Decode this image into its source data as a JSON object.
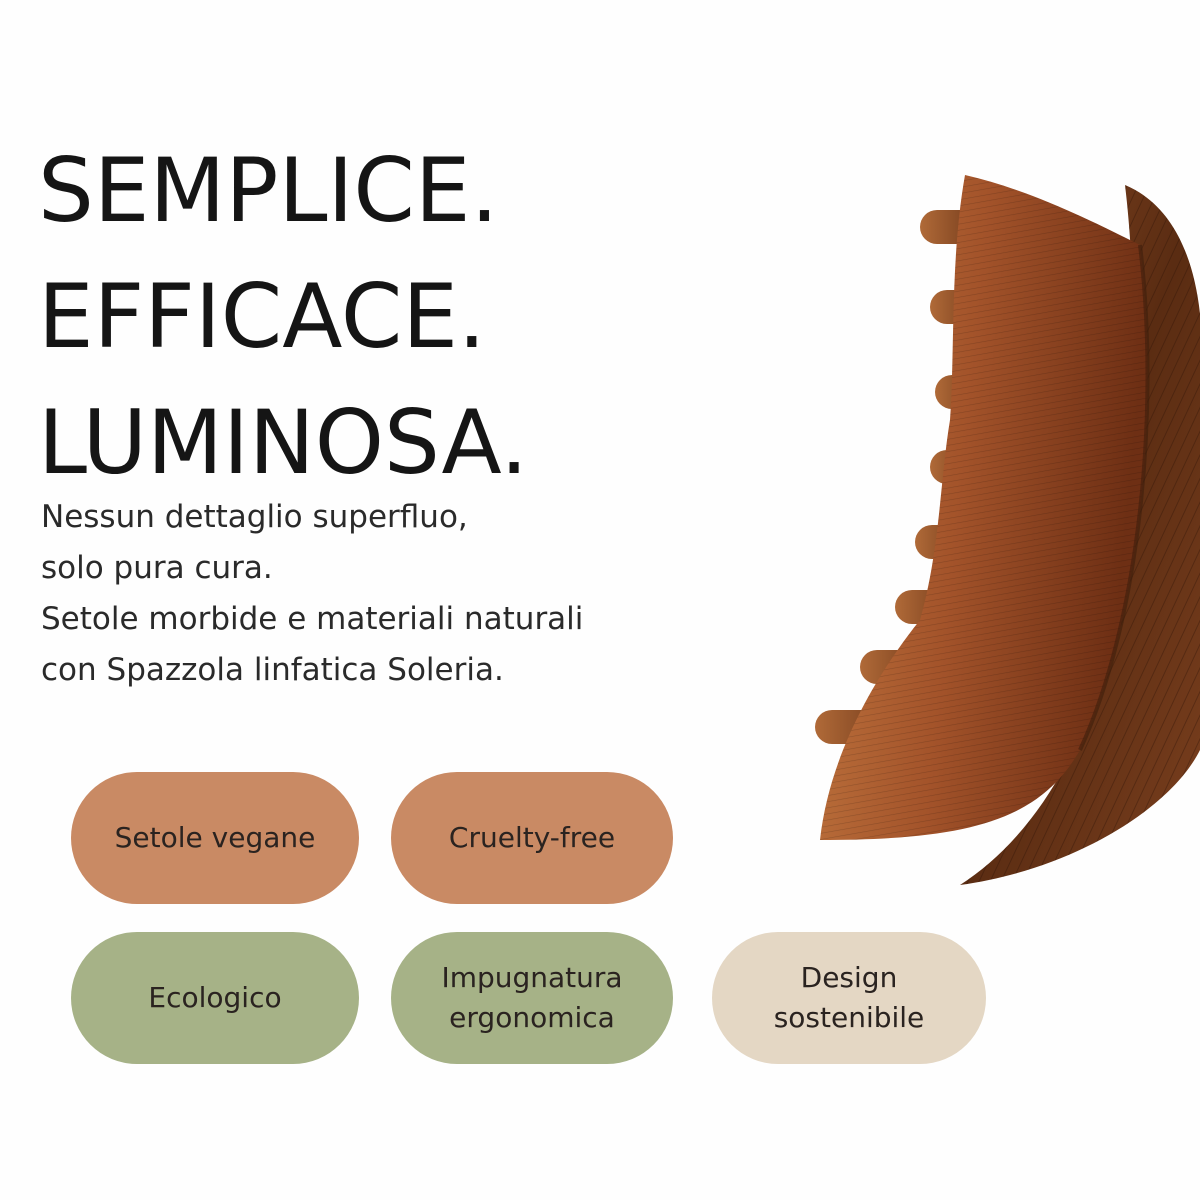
{
  "headline": {
    "line1": "SEMPLICE.",
    "line2": "EFFICACE.",
    "line3": "LUMINOSA."
  },
  "body": {
    "line1": "Nessun dettaglio superfluo,",
    "line2": "solo pura cura.",
    "line3": "Setole morbide e materiali naturali",
    "line4": "con Spazzola linfatica Soleria."
  },
  "features": [
    {
      "line1": "Setole vegane",
      "color": "#c98a64"
    },
    {
      "line1": "Cruelty-free",
      "color": "#c98a64"
    },
    {
      "line1": "Ecologico",
      "color": "#a6b287"
    },
    {
      "line1": "Impugnatura",
      "line2": "ergonomica",
      "color": "#a6b287"
    },
    {
      "line1": "Design",
      "line2": "sostenibile",
      "color": "#e4d7c4"
    }
  ],
  "product_image": {
    "icon": "wooden-lymphatic-brush-image",
    "colors": {
      "bristle": "#a3532a",
      "bristle_light": "#c77a45",
      "wood": "#6e3a1c",
      "wood_dark": "#3d1e0c"
    }
  }
}
